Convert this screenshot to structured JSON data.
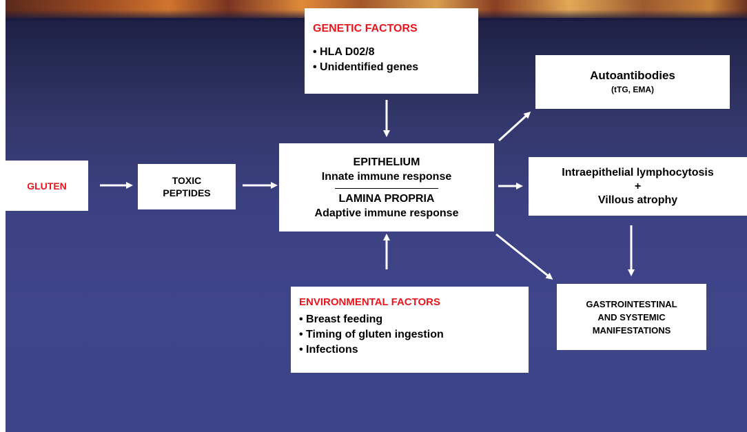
{
  "gluten": {
    "label": "GLUTEN"
  },
  "toxic_peptides": {
    "line1": "TOXIC",
    "line2": "PEPTIDES"
  },
  "genetic": {
    "title": "GENETIC  FACTORS",
    "items": [
      "HLA D02/8",
      "Unidentified genes"
    ]
  },
  "center": {
    "epithelium_title": "EPITHELIUM",
    "epithelium_text": "Innate immune response",
    "lamina_title": "LAMINA PROPRIA",
    "lamina_text": "Adaptive immune response"
  },
  "environmental": {
    "title": "ENVIRONMENTAL  FACTORS",
    "items": [
      "Breast feeding",
      "Timing of gluten ingestion",
      "Infections"
    ]
  },
  "autoantibodies": {
    "title": "Autoantibodies",
    "subtitle": "(tTG, EMA)"
  },
  "lymphocytosis": {
    "line1": "Intraepithelial lymphocytosis",
    "plus": "+",
    "line2": "Villous atrophy"
  },
  "manifestations": {
    "line1": "GASTROINTESTINAL",
    "line2": "AND  SYSTEMIC",
    "line3": "MANIFESTATIONS"
  },
  "colors": {
    "accent_red": "#e8161c",
    "arrow": "#ffffff",
    "background": "#3e4488"
  }
}
